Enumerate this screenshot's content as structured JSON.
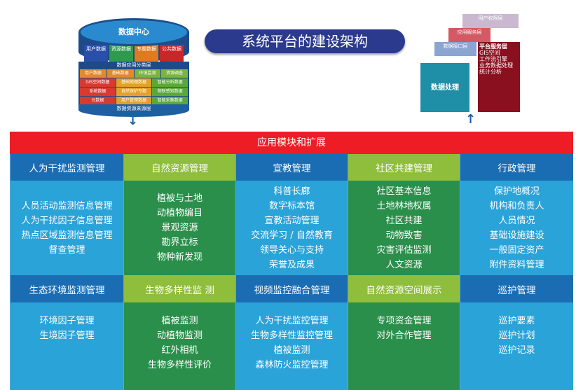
{
  "title": "系统平台的建设架构",
  "data_center": {
    "top": "数据中心",
    "categories": [
      "用户数据",
      "资源数据",
      "专题数据",
      "公共数据"
    ],
    "layer1": "数据应用分类层",
    "sources": [
      "用户数据",
      "基础数据",
      "环境监测",
      "资源调查",
      "GIS空间数据",
      "基础地理数据",
      "智能分析数据",
      "系统数据",
      "自然保护专题",
      "物联感知数据",
      "元数据",
      "用户管理数据",
      "智能采集数据"
    ],
    "layer2": "数据资源来源层"
  },
  "platform": {
    "layers": [
      "用户权限层",
      "应用服务层",
      "数据接口层",
      "平台服务层"
    ],
    "processing": "数据处理",
    "services": [
      "GIS空间",
      "工作流引擎",
      "业务数据处理",
      "统计分析"
    ]
  },
  "banner": "应用模块和扩展",
  "colors": {
    "red": "#ee1c25",
    "dark_blue": "#1b6db3",
    "light_green": "#8fbd3c",
    "light_blue": "#2aa3d9",
    "green": "#2a8f4b",
    "navy": "#2b3a8c"
  },
  "modules_row1": [
    {
      "title": "人为干扰监测管理",
      "items": [
        "人员活动监测信息管理",
        "人为干扰因子信息管理",
        "热点区域监测信息管理",
        "督查管理"
      ]
    },
    {
      "title": "自然资源管理",
      "items": [
        "植被与土地",
        "动植物编目",
        "景观资源",
        "勘界立标",
        "物种新发现"
      ]
    },
    {
      "title": "宣教管理",
      "items": [
        "科普长廊",
        "数字标本馆",
        "宣教活动管理",
        "交流学习 / 自然教育",
        "领导关心与支持",
        "荣誉及成果"
      ]
    },
    {
      "title": "社区共建管理",
      "items": [
        "社区基本信息",
        "土地林地权属",
        "社区共建",
        "动物致害",
        "灾害评估监测",
        "人文资源"
      ]
    },
    {
      "title": "行政管理",
      "items": [
        "保护地概况",
        "机构和负责人",
        "人员情况",
        "基础设施建设",
        "一般固定资产",
        "附件资料管理"
      ]
    }
  ],
  "modules_row2": [
    {
      "title": "生态环境监测管理",
      "items": [
        "环境因子管理",
        "生境因子管理"
      ]
    },
    {
      "title": "生物多样性监 测",
      "items": [
        "植被监测",
        "动植物监测",
        "红外相机",
        "生物多样性评价"
      ]
    },
    {
      "title": "视频监控融合管理",
      "items": [
        "人为干扰监控管理",
        "生物多样性监控管理",
        "植被监测",
        "森林防火监控管理"
      ]
    },
    {
      "title": "自然资源空间展示",
      "items": [
        "专项资金管理",
        "对外合作管理"
      ]
    },
    {
      "title": "巡护管理",
      "items": [
        "巡护要素",
        "巡护计划",
        "巡护记录"
      ]
    }
  ]
}
